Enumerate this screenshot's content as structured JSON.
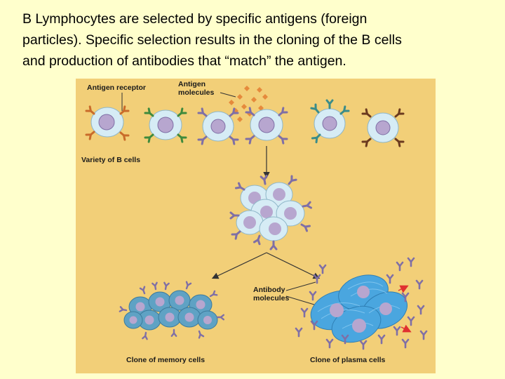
{
  "caption": {
    "line1": "B Lymphocytes are selected by specific antigens (foreign",
    "line2": "particles).  Specific selection results in the cloning of the B cells",
    "line3": "and production of antibodies that “match” the antigen."
  },
  "diagram": {
    "labels": {
      "antigen_receptor": "Antigen receptor",
      "antigen_molecules_1": "Antigen",
      "antigen_molecules_2": "molecules",
      "variety_of_b_cells": "Variety of B cells",
      "antibody_molecules_1": "Antibody",
      "antibody_molecules_2": "molecules",
      "clone_of_memory_cells": "Clone of memory cells",
      "clone_of_plasma_cells": "Clone of plasma cells"
    },
    "colors": {
      "background": "#f2cf78",
      "cell": "#d6ecf5",
      "nucleus": "#b7a6cf",
      "memory_cell": "#5fa2c4",
      "plasma_cell": "#4aa6df",
      "antigen": "#e58a3c",
      "antibody": "#7f6fa6",
      "arrow": "#333333"
    }
  }
}
